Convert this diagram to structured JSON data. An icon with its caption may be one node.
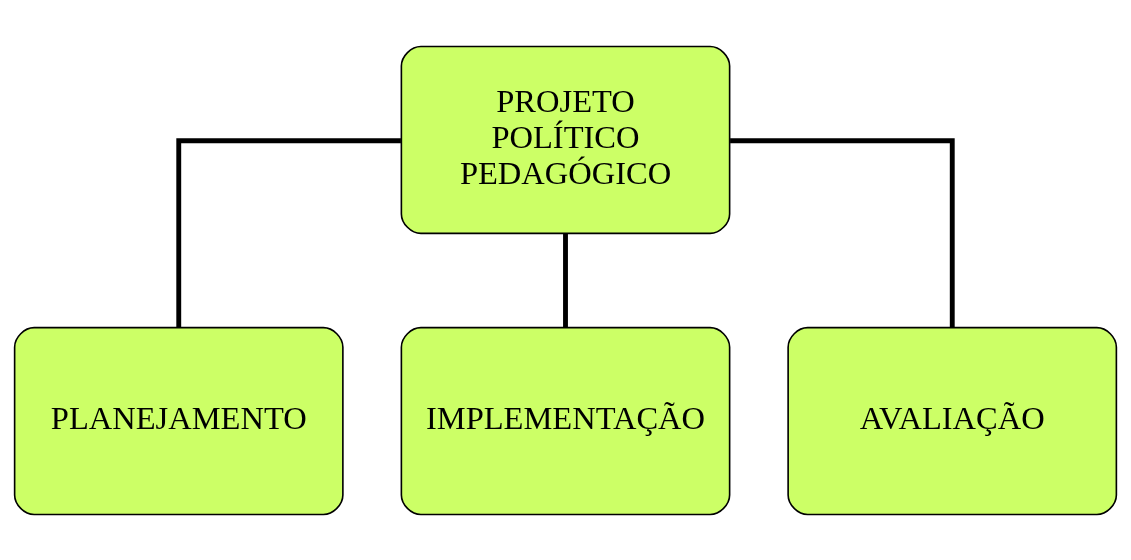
{
  "diagram": {
    "nodes": [
      {
        "text": [
          "PROJETO POLÍTICO PEDAGÓGICO"
        ]
      },
      {
        "text": [
          "PLANEJAMENTO"
        ]
      },
      {
        "text": [
          "IMPLEMENTAÇÃO"
        ]
      },
      {
        "text": [
          "AVALIAÇÃO"
        ]
      }
    ],
    "edges": [
      {
        "from": 0,
        "to": 1,
        "arrow": "none"
      },
      {
        "from": 0,
        "to": 2,
        "arrow": "none"
      },
      {
        "from": 0,
        "to": 3,
        "arrow": "none"
      }
    ]
  }
}
